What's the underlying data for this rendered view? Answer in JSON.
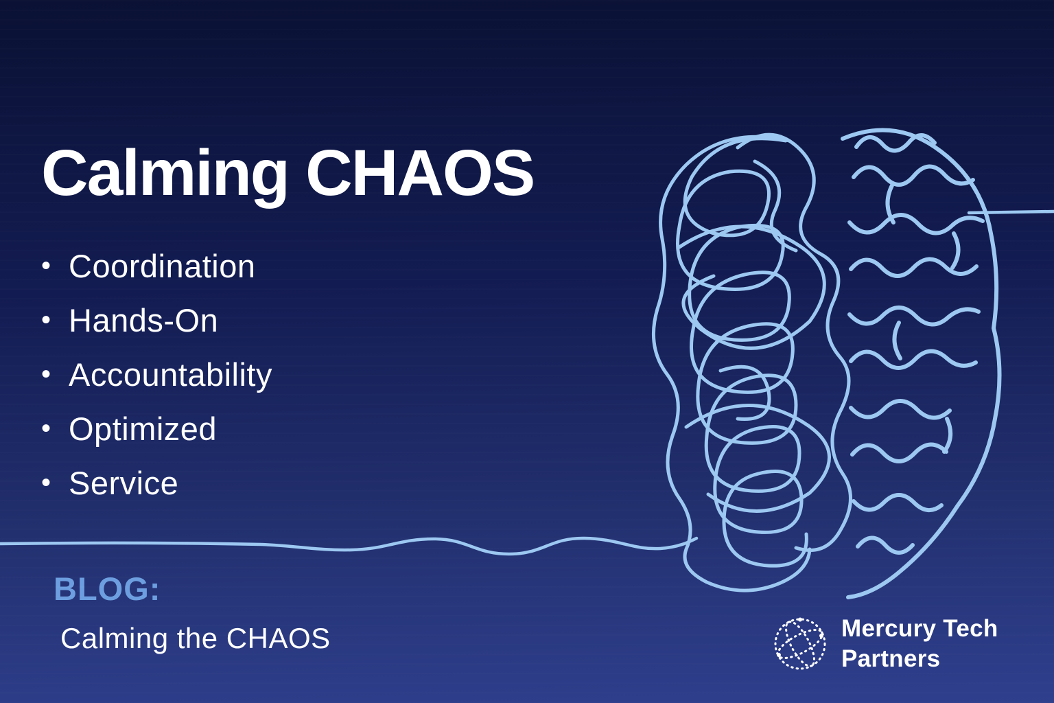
{
  "colors": {
    "accent": "#9cc8f1",
    "background_top": "#0a1134",
    "background_bottom": "#2f3f8d",
    "blog_label": "#6d9fe0",
    "text": "#ffffff"
  },
  "title": "Calming CHAOS",
  "list": {
    "bullet_glyph": "•",
    "items": [
      "Coordination",
      "Hands-On",
      "Accountability",
      "Optimized",
      "Service"
    ]
  },
  "footer": {
    "label": "BLOG:",
    "article_title": "Calming the CHAOS"
  },
  "logo": {
    "name_line1": "Mercury Tech",
    "name_line2": "Partners",
    "icon": "dotted-globe-icon"
  },
  "illustration": "brain-half-tangled-half-ordered"
}
